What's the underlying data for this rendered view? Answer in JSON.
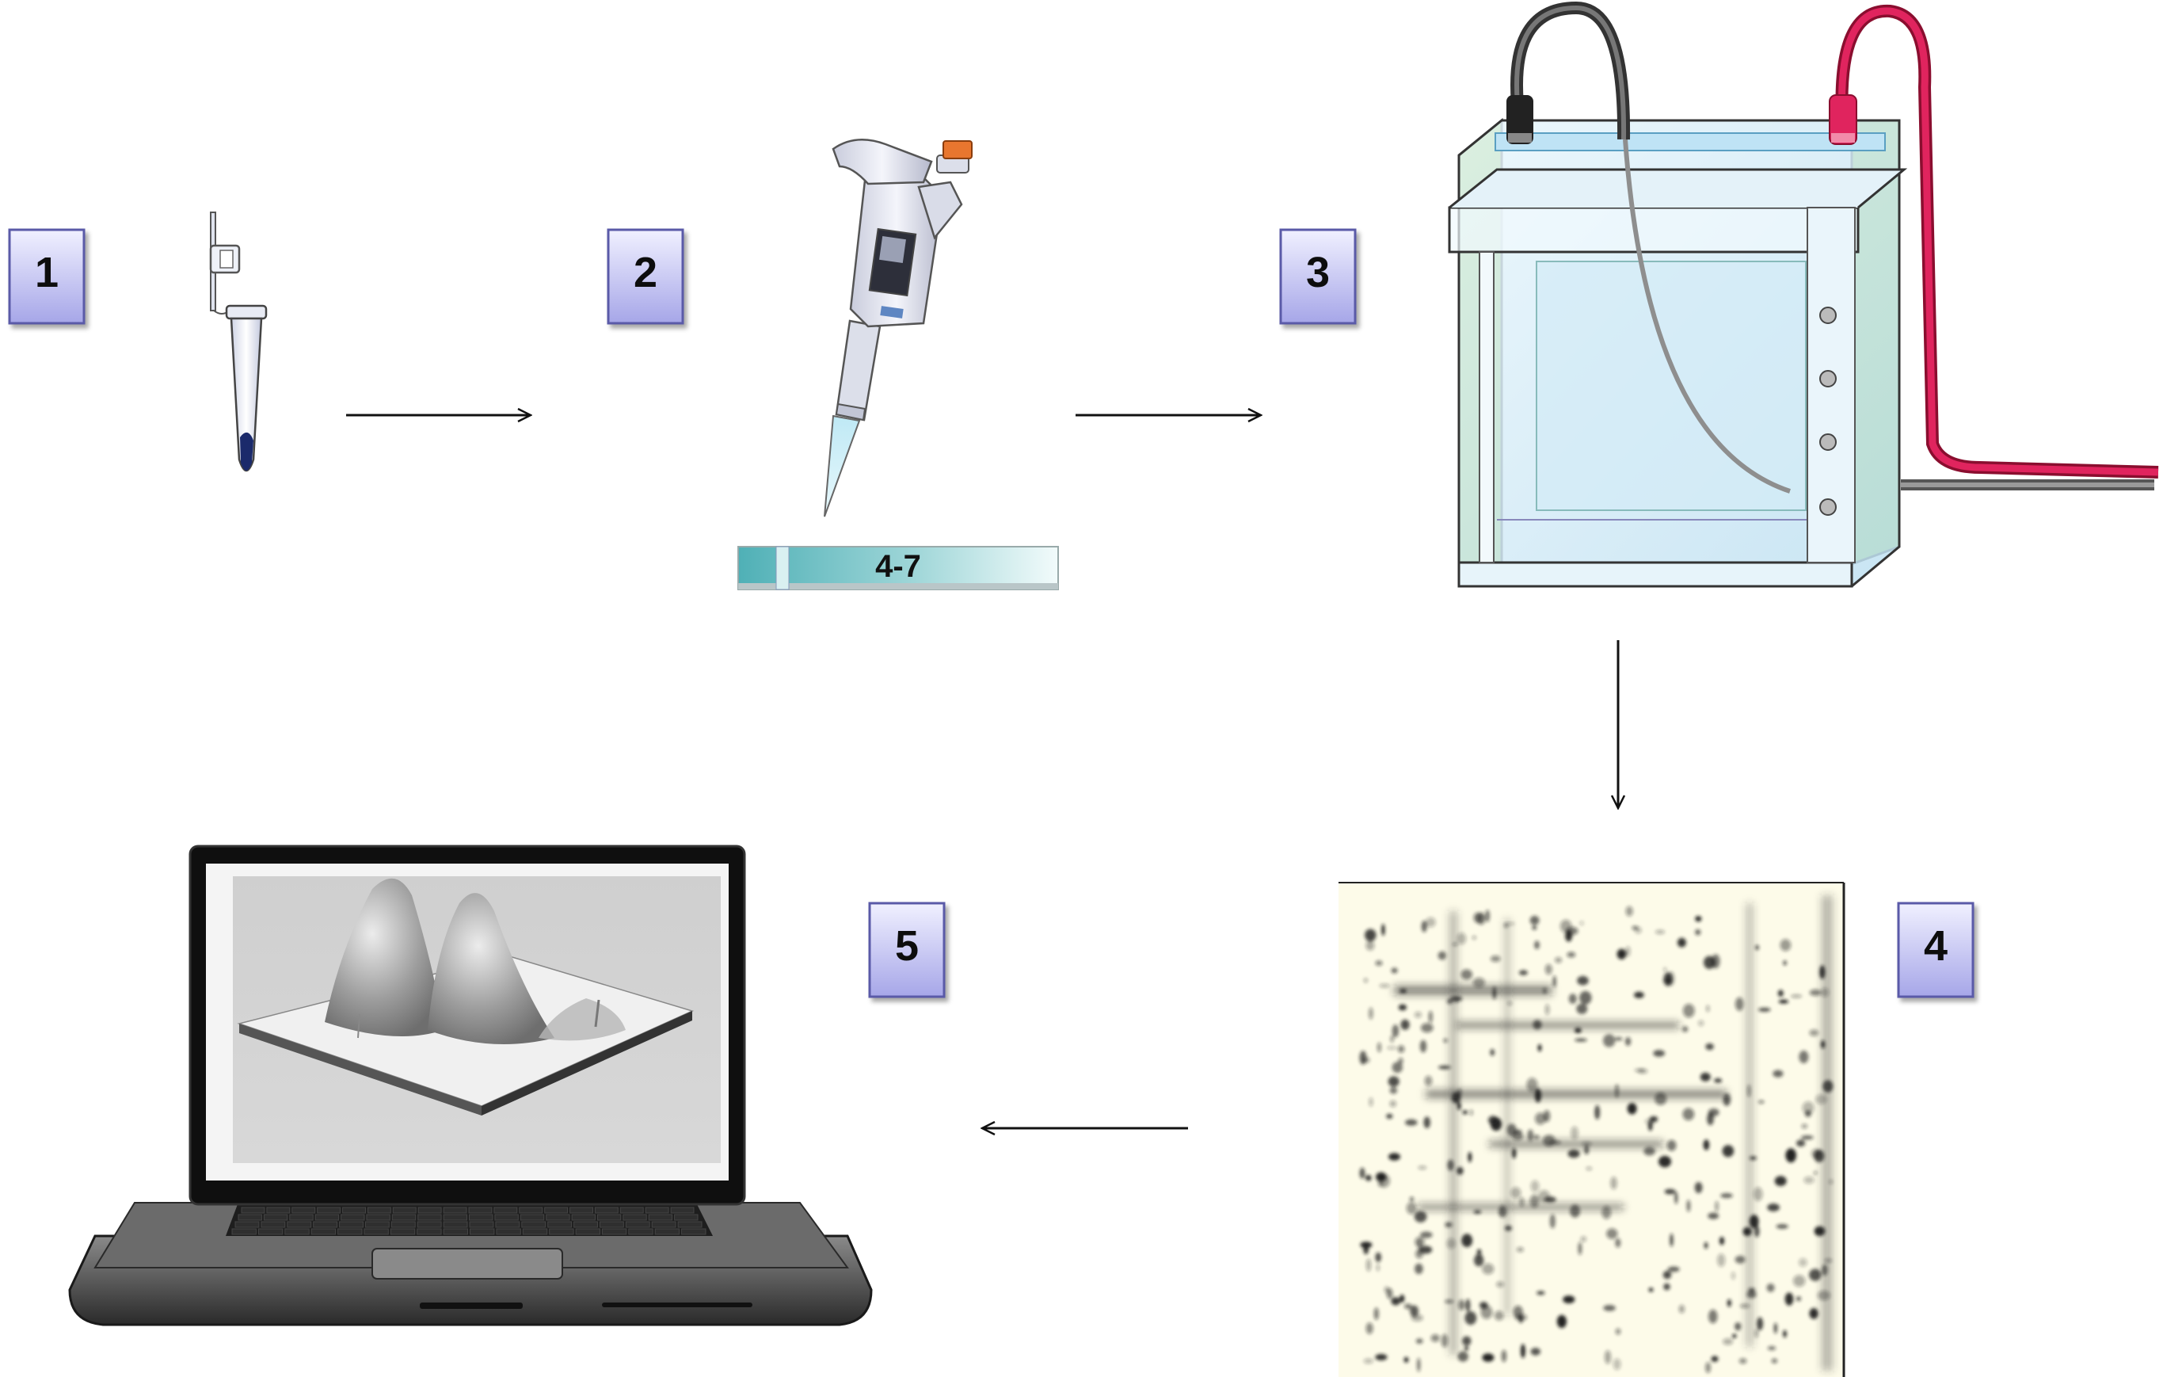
{
  "steps": [
    {
      "number": "1"
    },
    {
      "number": "2"
    },
    {
      "number": "3"
    },
    {
      "number": "4"
    },
    {
      "number": "5"
    }
  ],
  "ipg_strip": {
    "label": "4-7"
  },
  "colors": {
    "step_box_fill_top": "#eaeaff",
    "step_box_fill_bottom": "#a9a9ea",
    "step_box_border": "#5a5aa8",
    "arrow": "#111111",
    "tank_green": "#8cc63f",
    "cable_red": "#e0245e",
    "cable_gray": "#555555",
    "gel_background": "#fdfbe9",
    "strip_teal": "#5fb8be"
  }
}
